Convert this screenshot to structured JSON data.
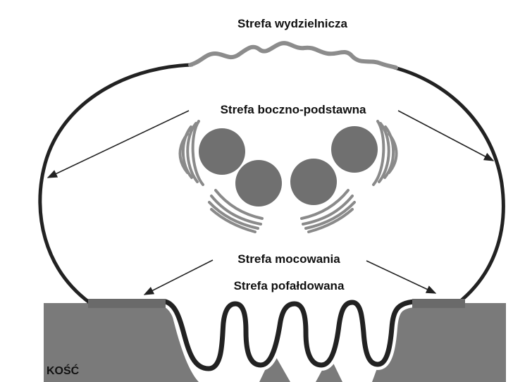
{
  "labels": {
    "secretory_zone": "Strefa wydzielnicza",
    "basolateral_zone": "Strefa boczno-podstawna",
    "sealing_zone": "Strefa mocowania",
    "ruffled_border": "Strefa pofałdowana",
    "bone": "KOŚĆ"
  },
  "colors": {
    "bone": "#7a7a7a",
    "membrane": "#222222",
    "secretory_membrane": "#8c8c8c",
    "nuclei": "#707070",
    "golgi": "#8a8a8a",
    "sealing_pad": "#6a6a6a",
    "background": "#ffffff"
  }
}
